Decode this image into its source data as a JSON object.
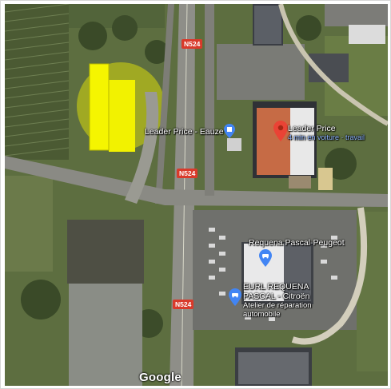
{
  "map": {
    "roads": [
      {
        "label": "N524",
        "id": "top"
      },
      {
        "label": "N524",
        "id": "middle"
      },
      {
        "label": "N524",
        "id": "bottom"
      }
    ],
    "places": [
      {
        "name": "Leader Price - Eauze",
        "icon": "shopping-bag-icon"
      },
      {
        "name": "Leader Price",
        "subtitle": "4 min en voiture · travail",
        "icon": "red-pin-icon"
      },
      {
        "name": "Requena Pascal-Peugeot",
        "icon": "car-pin-icon"
      },
      {
        "name_line1": "EURL REQUENA",
        "name_line2": "PASCAL - Citroën",
        "desc_line1": "Atelier de réparation",
        "desc_line2": "automobile",
        "icon": "car-pin-icon"
      }
    ],
    "attribution": "Google",
    "colors": {
      "highlight": "#f2f200",
      "road_shield": "#d93a2b",
      "pin_red": "#ea4335",
      "pin_blue": "#4285f4"
    }
  }
}
